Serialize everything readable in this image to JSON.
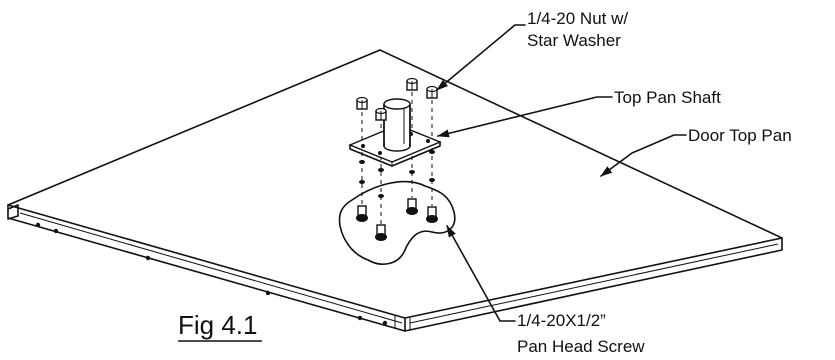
{
  "labels": {
    "nut": [
      "1/4-20 Nut w/",
      "Star Washer"
    ],
    "shaft": "Top Pan Shaft",
    "pan": "Door Top Pan",
    "screw": [
      "1/4-20X1/2”",
      "Pan Head Screw"
    ],
    "figure": "Fig 4.1"
  }
}
